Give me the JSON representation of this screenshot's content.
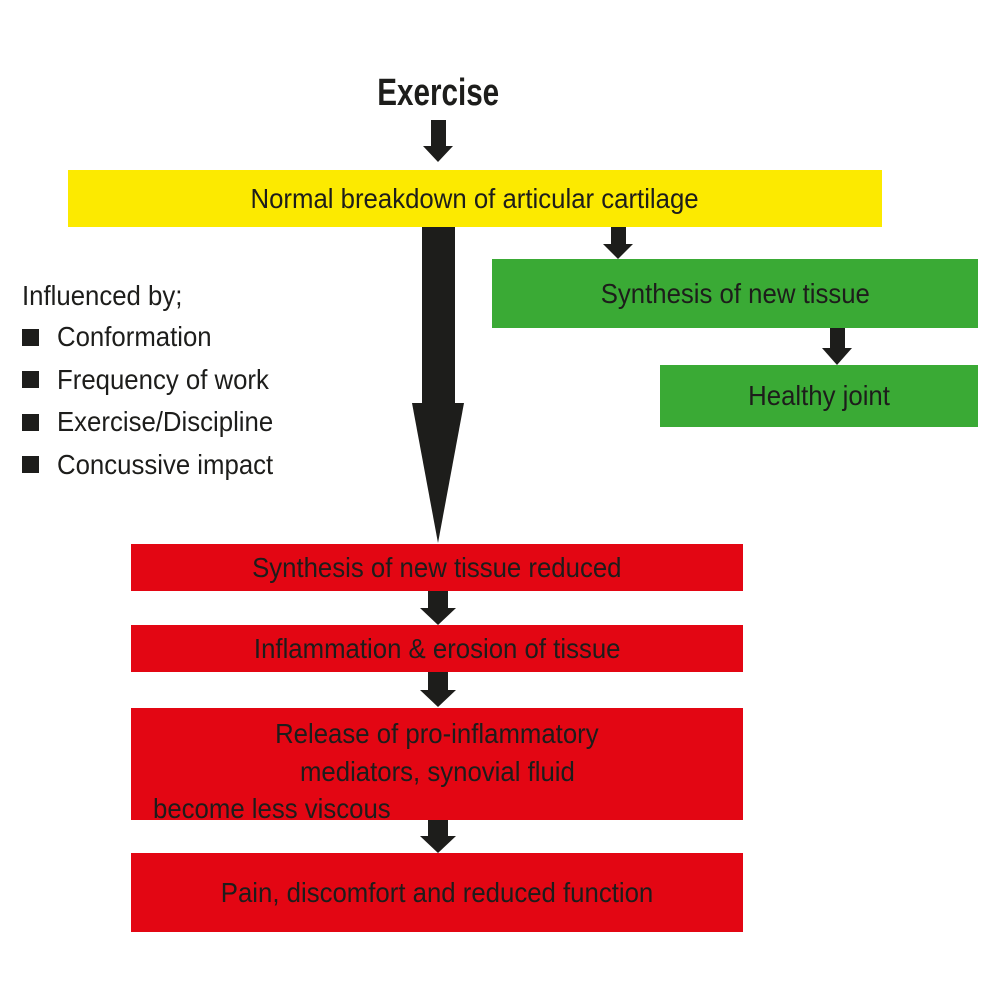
{
  "diagram": {
    "title": "Exercise",
    "influences": {
      "heading": "Influenced by;",
      "items": [
        "Conformation",
        "Frequency of work",
        "Exercise/Discipline",
        "Concussive impact"
      ]
    },
    "boxes": {
      "normal_breakdown": "Normal breakdown of articular cartilage",
      "synthesis_new_tissue": "Synthesis of new tissue",
      "healthy_joint": "Healthy joint",
      "synthesis_reduced": "Synthesis of new tissue reduced",
      "inflammation_erosion": "Inflammation & erosion of tissue",
      "release_line1": "Release of pro-inflammatory",
      "release_line2": "mediators, synovial fluid",
      "release_line3": "become less viscous",
      "pain": "Pain, discomfort and reduced function"
    },
    "colors": {
      "yellow": "#FCEA00",
      "green": "#3AAA35",
      "red": "#E30613",
      "black": "#1D1D1B"
    }
  }
}
